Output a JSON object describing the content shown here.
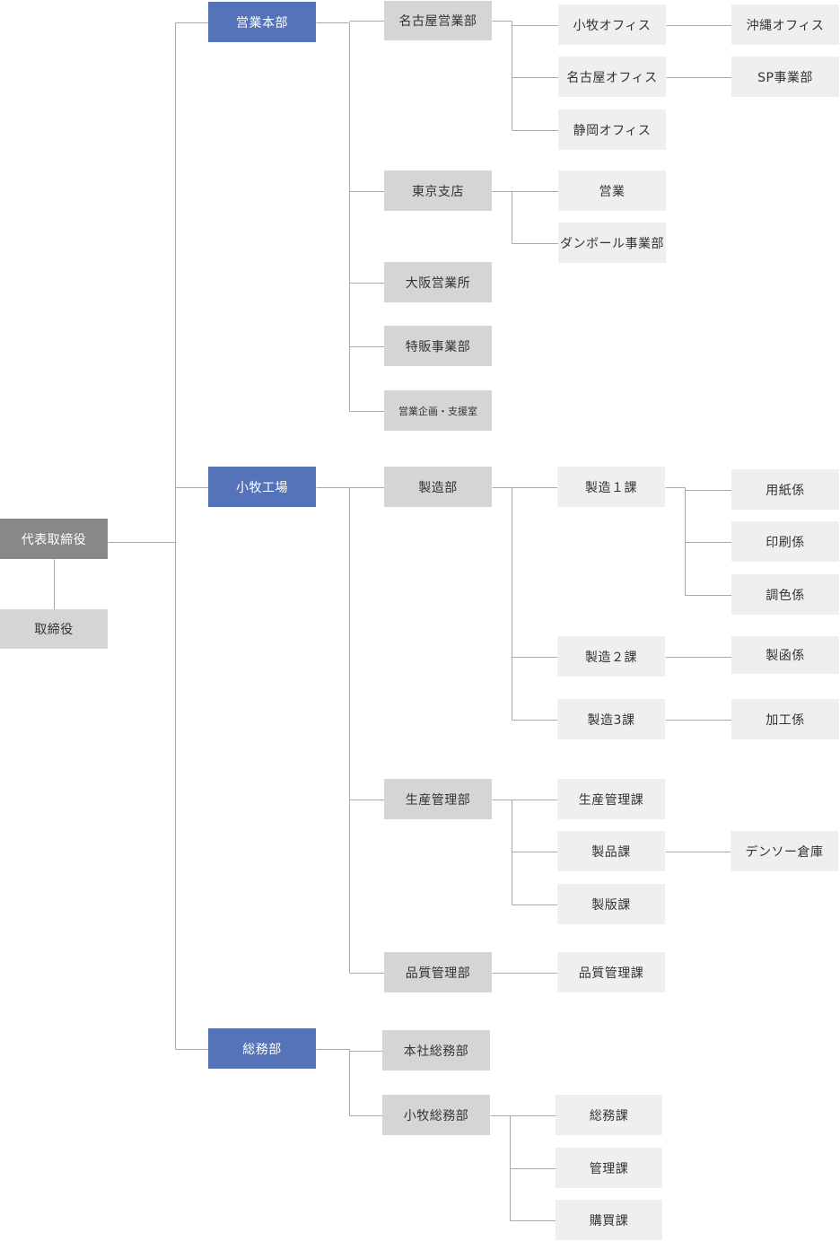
{
  "colors": {
    "top": "#888888",
    "division": "#5573b8",
    "department": "#d5d5d5",
    "section": "#efefef",
    "connector": "#a9a9a9"
  },
  "org": {
    "ceo": {
      "label": "代表取締役"
    },
    "director": {
      "label": "取締役"
    },
    "divisions": [
      {
        "label": "営業本部",
        "children": [
          {
            "label": "名古屋営業部",
            "children": [
              {
                "label": "小牧オフィス",
                "children": [
                  {
                    "label": "沖縄オフィス"
                  }
                ]
              },
              {
                "label": "名古屋オフィス",
                "children": [
                  {
                    "label": "SP事業部"
                  }
                ]
              },
              {
                "label": "静岡オフィス"
              }
            ]
          },
          {
            "label": "東京支店",
            "children": [
              {
                "label": "営業"
              },
              {
                "label": "ダンボール事業部"
              }
            ]
          },
          {
            "label": "大阪営業所"
          },
          {
            "label": "特販事業部"
          },
          {
            "label": "営業企画・支援室"
          }
        ]
      },
      {
        "label": "小牧工場",
        "children": [
          {
            "label": "製造部",
            "children": [
              {
                "label": "製造１課",
                "children": [
                  {
                    "label": "用紙係"
                  },
                  {
                    "label": "印刷係"
                  },
                  {
                    "label": "調色係"
                  }
                ]
              },
              {
                "label": "製造２課",
                "children": [
                  {
                    "label": "製函係"
                  }
                ]
              },
              {
                "label": "製造3課",
                "children": [
                  {
                    "label": "加工係"
                  }
                ]
              }
            ]
          },
          {
            "label": "生産管理部",
            "children": [
              {
                "label": "生産管理課"
              },
              {
                "label": "製品課",
                "children": [
                  {
                    "label": "デンソー倉庫"
                  }
                ]
              },
              {
                "label": "製版課"
              }
            ]
          },
          {
            "label": "品質管理部",
            "children": [
              {
                "label": "品質管理課"
              }
            ]
          }
        ]
      },
      {
        "label": "総務部",
        "children": [
          {
            "label": "本社総務部"
          },
          {
            "label": "小牧総務部",
            "children": [
              {
                "label": "総務課"
              },
              {
                "label": "管理課"
              },
              {
                "label": "購買課"
              }
            ]
          }
        ]
      }
    ]
  }
}
